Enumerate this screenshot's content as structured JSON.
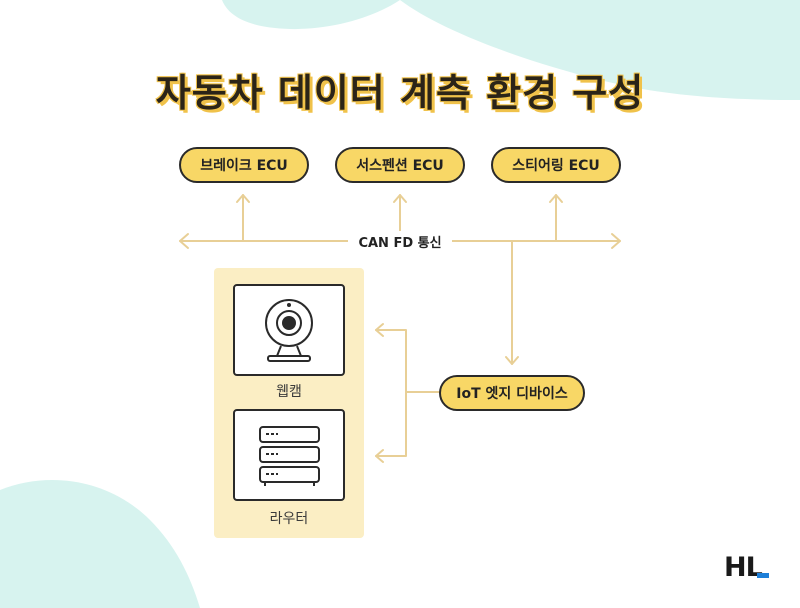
{
  "title": "자동차 데이터 계측 환경 구성",
  "ecus": {
    "brake": "브레이크 ECU",
    "suspension": "서스펜션 ECU",
    "steering": "스티어링 ECU"
  },
  "bus_label": "CAN FD 통신",
  "edge_device": "IoT 엣지 디바이스",
  "devices": {
    "webcam": "웹캠",
    "router": "라우터"
  },
  "brand": "HL",
  "colors": {
    "pill_fill": "#f8d766",
    "connector": "#e8cf96",
    "panel_fill": "#fbeec4",
    "blob": "#d7f3ef",
    "brand_accent": "#1e7fd8"
  }
}
